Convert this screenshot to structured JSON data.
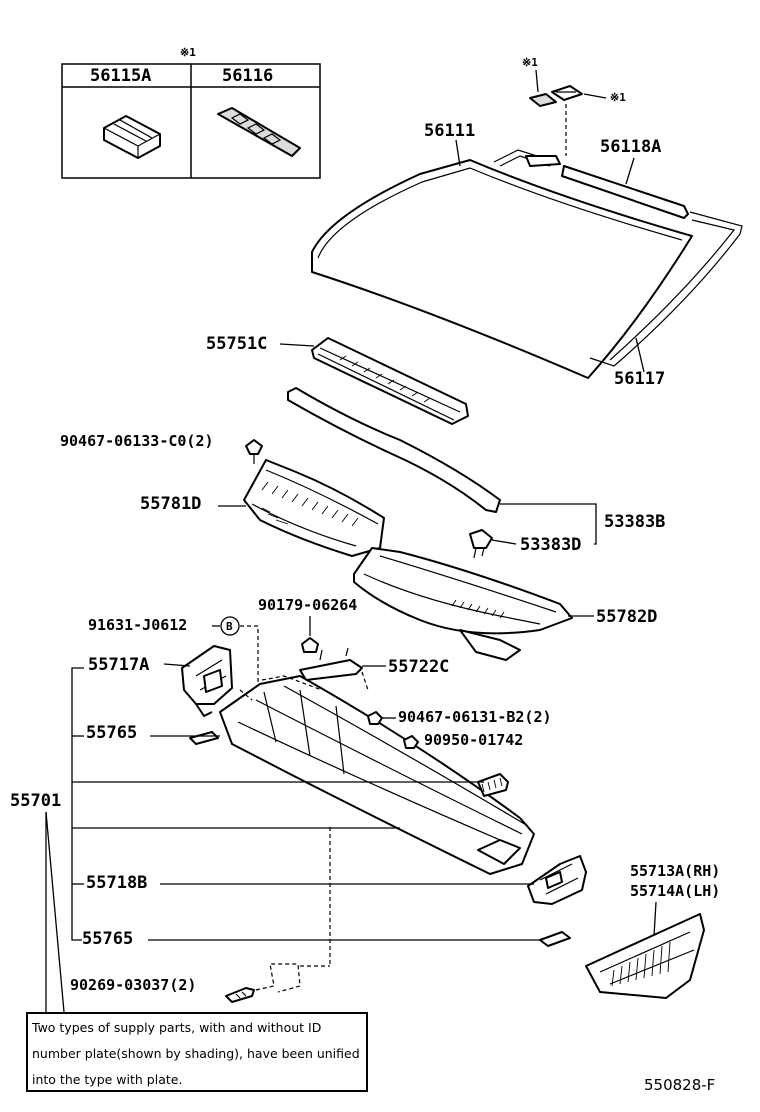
{
  "inset": {
    "mark": "※1",
    "col1": "56115A",
    "col2": "56116"
  },
  "labels": {
    "mark_top": "※1",
    "mark_right": "※1",
    "p56111": "56111",
    "p56118A": "56118A",
    "p56117": "56117",
    "p55751C": "55751C",
    "p90467_06133": "90467-06133-C0(2)",
    "p55781D": "55781D",
    "p53383B": "53383B",
    "p53383D": "53383D",
    "p55782D": "55782D",
    "p91631": "91631-J0612",
    "circleB": "B",
    "p90179": "90179-06264",
    "p55717A": "55717A",
    "p55722C": "55722C",
    "p90467_06131": "90467-06131-B2(2)",
    "p55765a": "55765",
    "p90950": "90950-01742",
    "p55701": "55701",
    "p55718B": "55718B",
    "p55713A": "55713A(RH)",
    "p55714A": "55714A(LH)",
    "p55765b": "55765",
    "p90269": "90269-03037(2)"
  },
  "note": {
    "line1": "Two types of supply parts, with and without ID",
    "line2": "number plate(shown by shading), have been unified",
    "line3": "into the type with plate."
  },
  "figure_code": "550828-F"
}
